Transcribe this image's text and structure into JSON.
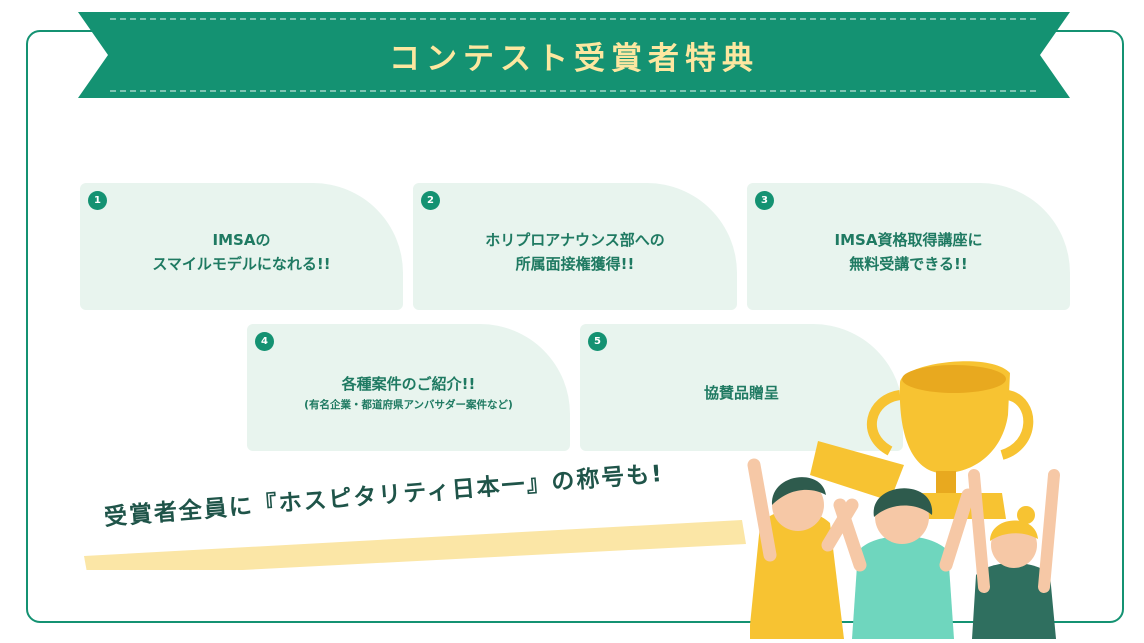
{
  "header": {
    "title": "コンテスト受賞者特典"
  },
  "benefits": [
    {
      "num": "1",
      "line1": "IMSAの",
      "line2": "スマイルモデルになれる!!"
    },
    {
      "num": "2",
      "line1": "ホリプロアナウンス部への",
      "line2": "所属面接権獲得!!"
    },
    {
      "num": "3",
      "line1": "IMSA資格取得講座に",
      "line2": "無料受講できる!!"
    },
    {
      "num": "4",
      "line1": "各種案件のご紹介!!",
      "line2": "(有名企業・都道府県アンバサダー案件など)"
    },
    {
      "num": "5",
      "line1": "協賛品贈呈",
      "line2": ""
    }
  ],
  "footer": {
    "text": "受賞者全員に『ホスピタリティ日本一』の称号も!"
  },
  "colors": {
    "accent": "#149272",
    "card_bg": "#e8f4ee",
    "title_text": "#fde7a0",
    "highlight": "#fbe6a6"
  }
}
